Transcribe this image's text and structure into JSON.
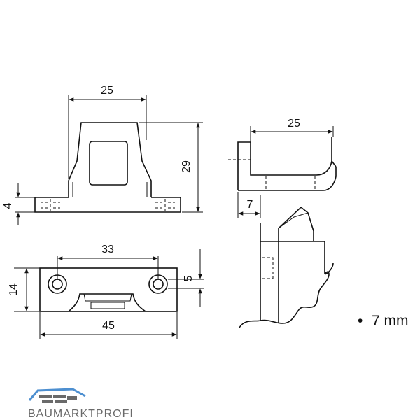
{
  "dimensions": {
    "front_width_top": "25",
    "front_height": "29",
    "front_flange": "4",
    "plan_hole_spacing": "33",
    "plan_width": "45",
    "plan_depth": "14",
    "plan_hole_offset": "5",
    "side_width": "25",
    "side_offset": "7"
  },
  "note": {
    "bullet": "•",
    "text": "7 mm"
  },
  "logo": {
    "text": "BAUMARKTPROFI",
    "colors": {
      "roof": "#4d8fd0",
      "bricks": "#6a6a6a"
    }
  }
}
